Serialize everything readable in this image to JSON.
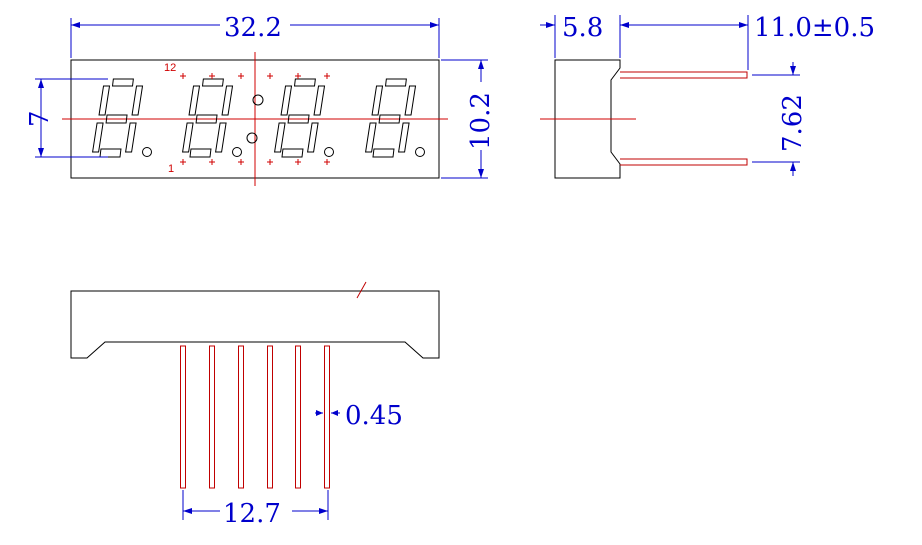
{
  "dimensions": {
    "width": "32.2",
    "height": "10.2",
    "digit_height": "7",
    "depth": "5.8",
    "pin_length": "11.0±0.5",
    "row_pitch": "7.62",
    "pin_width": "0.45",
    "pin_span": "12.7"
  },
  "pin_labels": {
    "top_first": "12",
    "bottom_first": "1"
  },
  "colors": {
    "dimension": "#0000cc",
    "pins": "#c00000",
    "outline": "#000000"
  }
}
